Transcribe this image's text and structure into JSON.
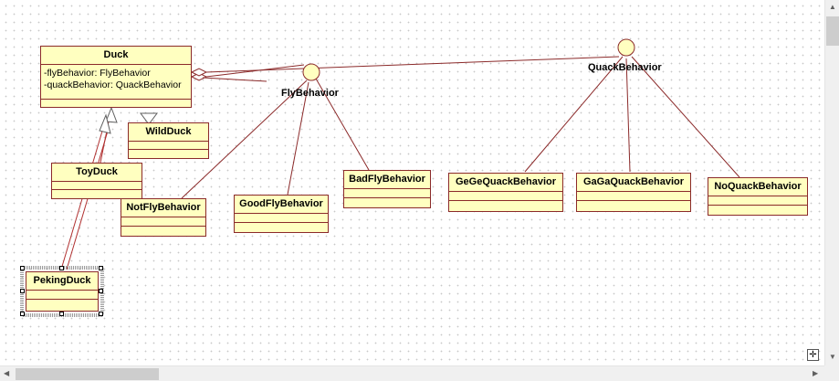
{
  "diagram": {
    "classes": [
      {
        "id": "duck",
        "name": "Duck",
        "attributes": [
          "-flyBehavior: FlyBehavior",
          "-quackBehavior: QuackBehavior"
        ]
      },
      {
        "id": "wild_duck",
        "name": "WildDuck"
      },
      {
        "id": "toy_duck",
        "name": "ToyDuck"
      },
      {
        "id": "peking_duck",
        "name": "PekingDuck"
      },
      {
        "id": "not_fly",
        "name": "NotFlyBehavior"
      },
      {
        "id": "good_fly",
        "name": "GoodFlyBehavior"
      },
      {
        "id": "bad_fly",
        "name": "BadFlyBehavior"
      },
      {
        "id": "gege_quack",
        "name": "GeGeQuackBehavior"
      },
      {
        "id": "gaga_quack",
        "name": "GaGaQuackBehavior"
      },
      {
        "id": "no_quack",
        "name": "NoQuackBehavior"
      }
    ],
    "interfaces": [
      {
        "id": "fly_behavior",
        "name": "FlyBehavior"
      },
      {
        "id": "quack_behavior",
        "name": "QuackBehavior"
      }
    ],
    "selected": "PekingDuck"
  },
  "colors": {
    "class_fill": "#ffffc0",
    "line": "#8b2a2a",
    "generalization_line": "#b03030"
  },
  "controls": {
    "navigator_icon": "move-arrows-icon"
  }
}
